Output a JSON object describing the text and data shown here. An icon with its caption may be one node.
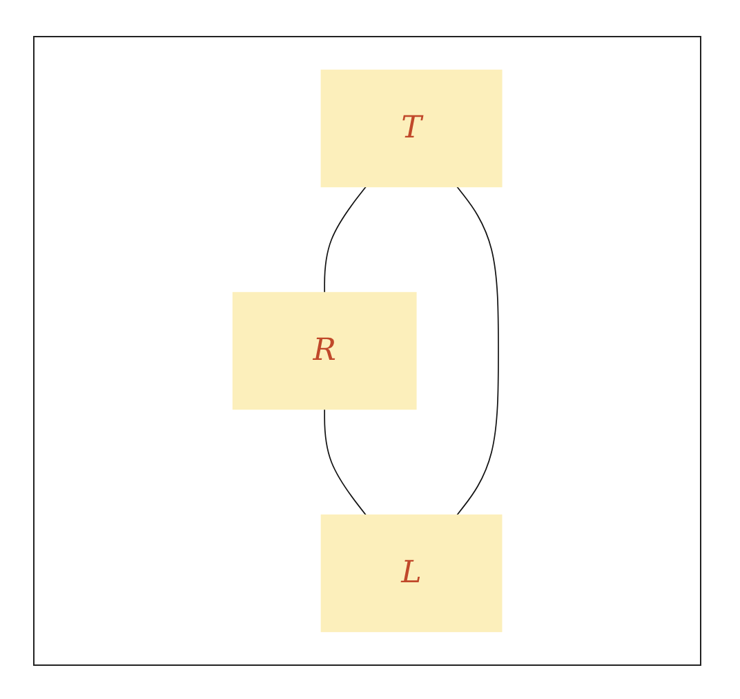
{
  "diagram": {
    "nodes": [
      {
        "text": [
          "T"
        ]
      },
      {
        "text": [
          "L"
        ]
      },
      {
        "text": [
          "R"
        ]
      }
    ],
    "edges": [
      {
        "from": 0,
        "to": 2,
        "arrow": "none"
      },
      {
        "from": 2,
        "to": 1,
        "arrow": "none"
      },
      {
        "from": 1,
        "to": 0,
        "arrow": "none"
      }
    ]
  }
}
